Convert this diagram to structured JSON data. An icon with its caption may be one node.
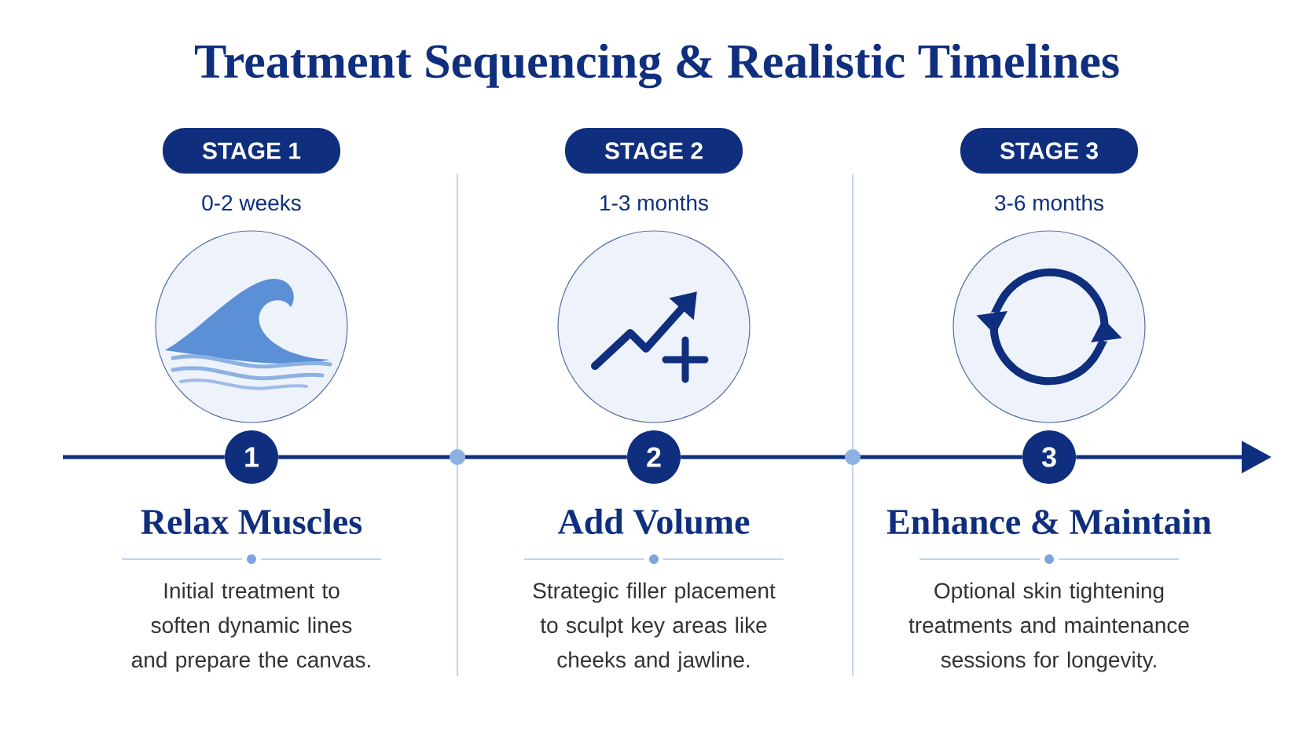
{
  "diagram": {
    "title": "Treatment Sequencing & Realistic Timelines",
    "nodes": [
      {
        "text": [
          "STAGE 1"
        ],
        "beside": [
          "0-2 weeks"
        ]
      },
      {
        "text": [
          "STAGE 2"
        ],
        "beside": [
          "1-3 months"
        ]
      },
      {
        "text": [
          "STAGE 3"
        ],
        "beside": [
          "3-6 months"
        ]
      },
      {
        "text": [
          "1"
        ]
      },
      {
        "text": [
          "2"
        ]
      },
      {
        "text": [
          "3"
        ]
      }
    ],
    "edges": [
      {
        "from": null,
        "to": 3,
        "arrow": "none"
      },
      {
        "from": 3,
        "to": 4,
        "arrow": "none"
      },
      {
        "from": 4,
        "to": 5,
        "arrow": "none"
      },
      {
        "from": 5,
        "to": null,
        "arrow": "to"
      }
    ],
    "labels": [
      "Relax Muscles",
      "Initial treatment to soften dynamic lines and prepare the canvas.",
      "Add Volume",
      "Strategic filler placement to sculpt key areas like cheeks and jawline.",
      "Enhance & Maintain",
      "Optional skin tightening treatments and maintenance sessions for longevity."
    ]
  }
}
